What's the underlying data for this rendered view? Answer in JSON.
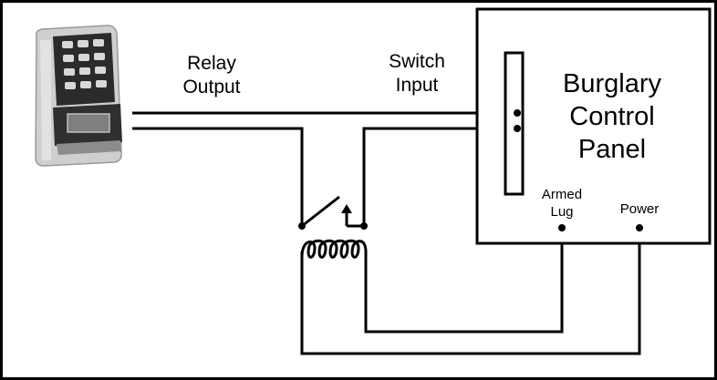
{
  "labels": {
    "relay_output_line1": "Relay",
    "relay_output_line2": "Output",
    "switch_input_line1": "Switch",
    "switch_input_line2": "Input",
    "panel_line1": "Burglary",
    "panel_line2": "Control",
    "panel_line3": "Panel",
    "armed_lug_line1": "Armed",
    "armed_lug_line2": "Lug",
    "power": "Power"
  },
  "colors": {
    "line": "#000000",
    "background": "#ffffff",
    "keypad_body": "#c9c9c9",
    "keypad_face": "#2b2b2b",
    "keypad_key": "#d8d8d8",
    "keypad_display": "#7f7f7f"
  },
  "icons": {
    "keypad": "keypad-lock-device-icon",
    "relay_switch": "relay-switch-icon",
    "relay_coil": "relay-coil-icon"
  }
}
